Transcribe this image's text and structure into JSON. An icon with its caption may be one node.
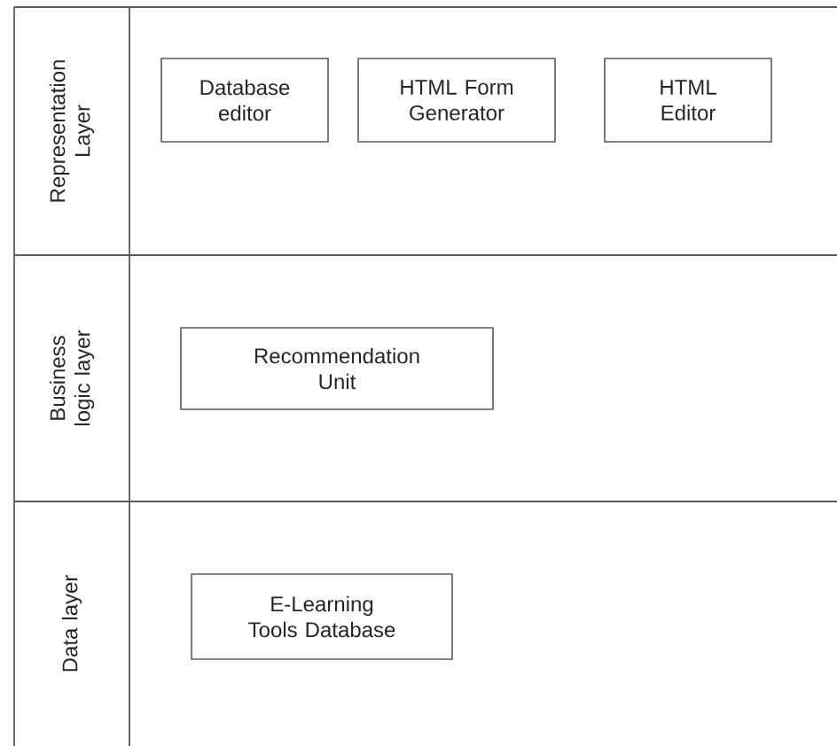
{
  "diagram": {
    "nodes": [
      {
        "text": [
          "Representation Layer"
        ]
      },
      {
        "text": [
          "Database editor"
        ],
        "in": 0
      },
      {
        "text": [
          "HTML Form Generator"
        ],
        "in": 0
      },
      {
        "text": [
          "HTML Editor"
        ],
        "in": 0
      },
      {
        "text": [
          "Business logic layer"
        ]
      },
      {
        "text": [
          "Recommendation Unit"
        ],
        "in": 4
      },
      {
        "text": [
          "Data layer"
        ]
      },
      {
        "text": [
          "E-Learning Tools Database"
        ],
        "in": 6
      }
    ],
    "edges": []
  }
}
